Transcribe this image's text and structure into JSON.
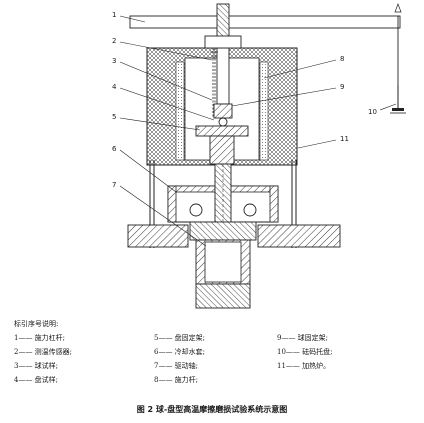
{
  "figure": {
    "callouts": [
      "1",
      "2",
      "3",
      "4",
      "5",
      "6",
      "7",
      "8",
      "9",
      "10",
      "11"
    ]
  },
  "legend": {
    "title": "标引序号说明:",
    "items": [
      {
        "text": "1—— 施力杠杆;"
      },
      {
        "text": "2—— 测温传感器;"
      },
      {
        "text": "3—— 球试样;"
      },
      {
        "text": "4—— 盘试样;"
      },
      {
        "text": "5—— 盘固定架;"
      },
      {
        "text": "6—— 冷却水套;"
      },
      {
        "text": "7—— 驱动轴;"
      },
      {
        "text": "8—— 施力杆;"
      },
      {
        "text": "9—— 球固定架;"
      },
      {
        "text": "10—— 砝码托盘;"
      },
      {
        "text": "11—— 加热炉。"
      }
    ]
  },
  "caption": "图 2  球-盘型高温摩擦磨损试验系统示意图"
}
